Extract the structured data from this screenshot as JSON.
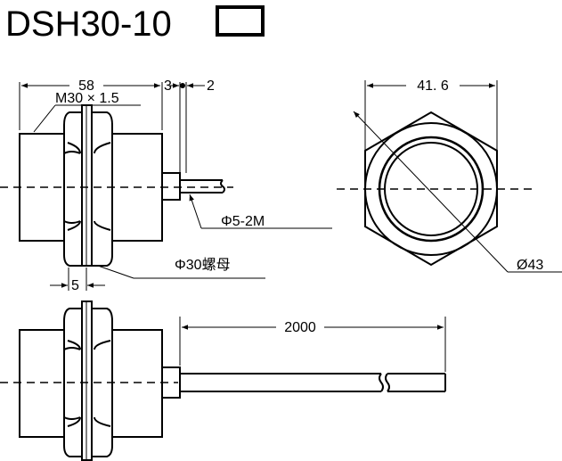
{
  "title": {
    "model": "DSH30-10",
    "box_icon": "empty-square-box"
  },
  "side_view": {
    "length_dim": "58",
    "thread_spec": "M30 × 1.5",
    "offset_dim_left": "3",
    "offset_dim_right": "2",
    "cable_spec": "Φ5-2M",
    "nut_spec": "Φ30螺母",
    "nut_width_dim": "5"
  },
  "front_view": {
    "across_flats_dim": "41. 6",
    "outer_diameter_dim": "Ø43"
  },
  "bottom_view": {
    "cable_length_dim": "2000"
  }
}
